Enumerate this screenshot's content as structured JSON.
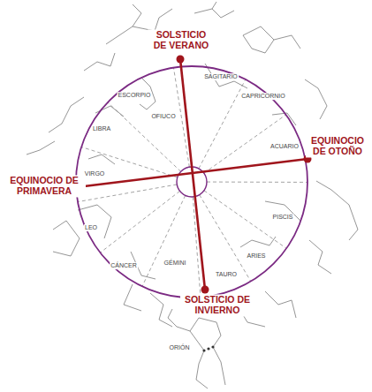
{
  "diagram": {
    "labels": [
      "SOLSTICIO DE VERANO",
      "EQUINOCIO DE PRIMAVERA",
      "EQUINOCIO DE OTOÑO",
      "SOLSTICIO DE INVIERNO",
      "ESCORPIO",
      "OFIUCO",
      "SAGITARIO",
      "CAPRICORNIO",
      "LIBRA",
      "ACUARIO",
      "VIRGO",
      "PISCIS",
      "LEO",
      "ARIES",
      "CÁNCER",
      "GÉMINI",
      "TAURO",
      "ORIÓN"
    ]
  }
}
